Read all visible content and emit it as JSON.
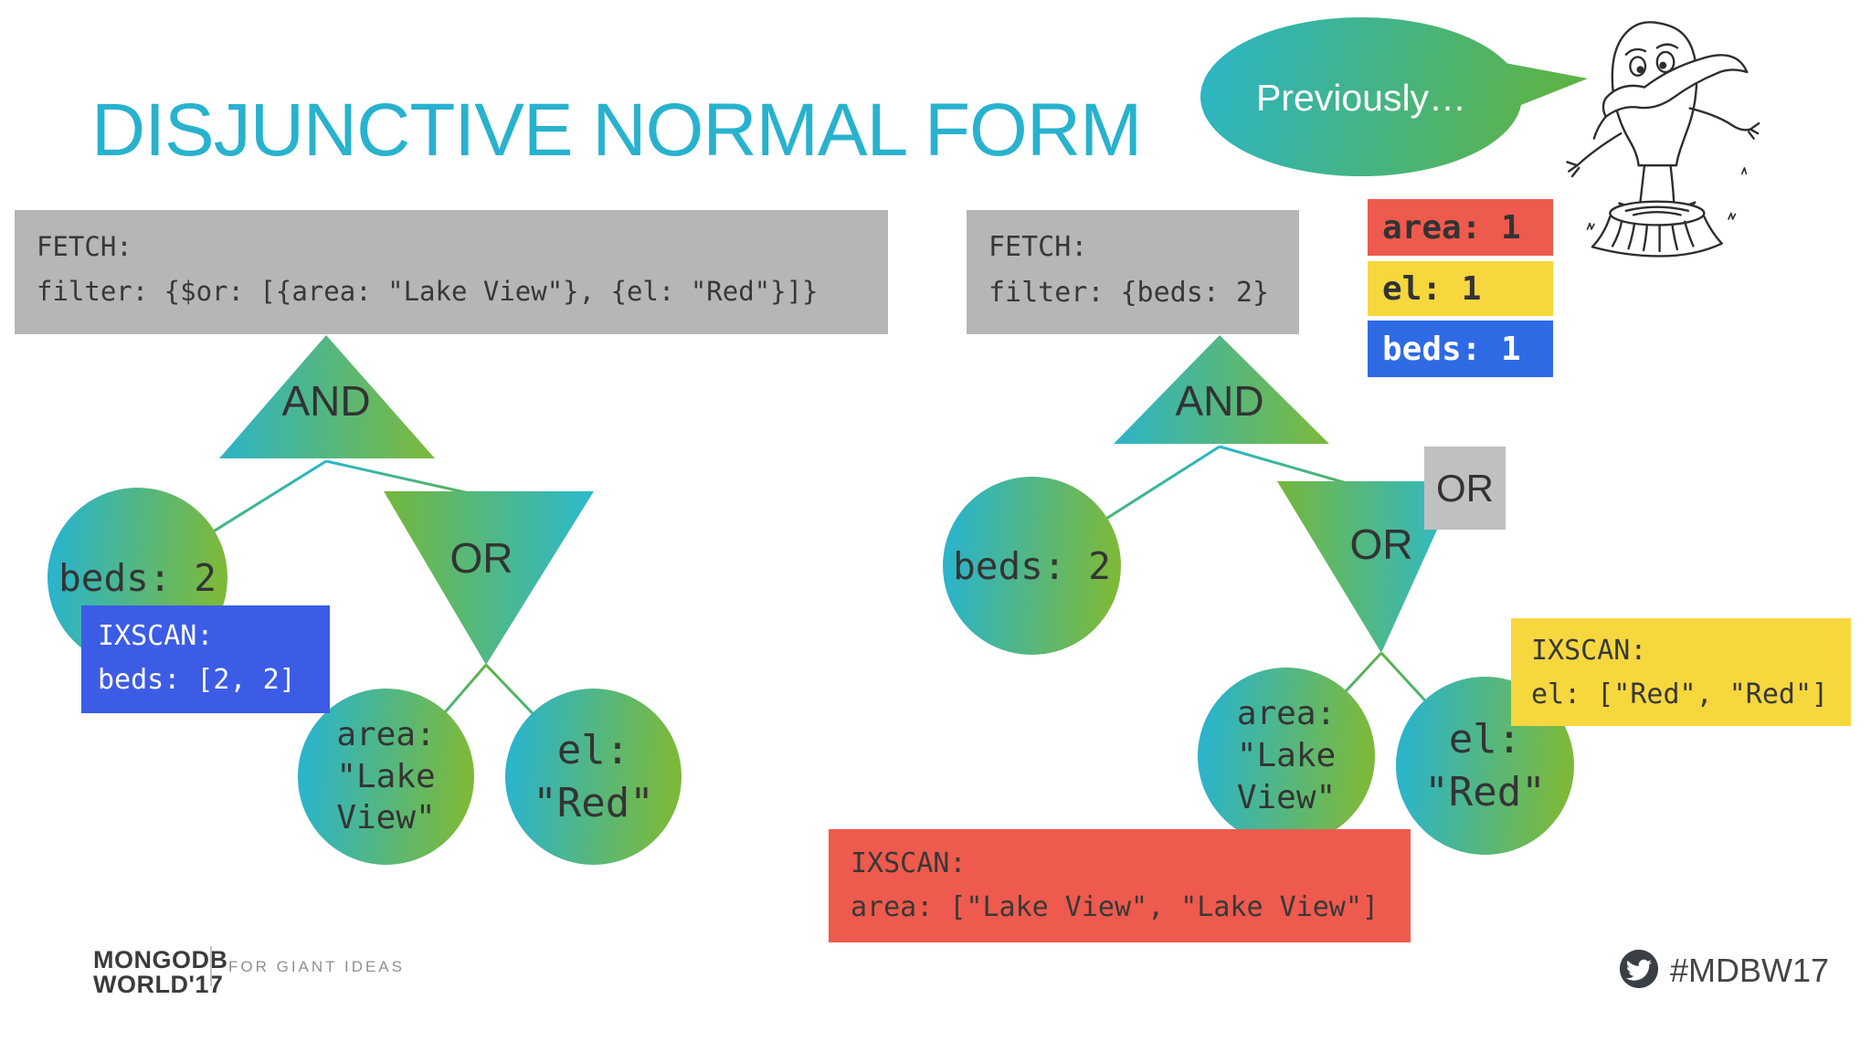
{
  "slide": {
    "title": "DISJUNCTIVE NORMAL FORM",
    "speech_bubble": "Previously…",
    "footer": {
      "logo_line1": "MONGODB",
      "logo_line2": "WORLD'17",
      "tagline": "FOR GIANT IDEAS",
      "hashtag": "#MDBW17"
    }
  },
  "left_plan": {
    "fetch": {
      "line1": "FETCH:",
      "line2": "filter: {$or: [{area: \"Lake View\"}, {el: \"Red\"}]}"
    },
    "and_label": "AND",
    "or_label": "OR",
    "beds_node": "beds: 2",
    "ixscan_beds": {
      "line1": "IXSCAN:",
      "line2": "beds: [2, 2]"
    },
    "area_node": {
      "line1": "area:",
      "line2": "\"Lake",
      "line3": "View\""
    },
    "el_node": {
      "line1": "el:",
      "line2": "\"Red\""
    }
  },
  "right_plan": {
    "fetch": {
      "line1": "FETCH:",
      "line2": "filter: {beds: 2}"
    },
    "index_counts": [
      {
        "label": "area: 1",
        "color": "#ee5a4d"
      },
      {
        "label": "el: 1",
        "color": "#f6d73e"
      },
      {
        "label": "beds: 1",
        "color": "#2e6ae4"
      }
    ],
    "and_label": "AND",
    "or_label": "OR",
    "or_tag": "OR",
    "beds_node": "beds: 2",
    "area_node": {
      "line1": "area:",
      "line2": "\"Lake",
      "line3": "View\""
    },
    "el_node": {
      "line1": "el:",
      "line2": "\"Red\""
    },
    "ixscan_area": {
      "line1": "IXSCAN:",
      "line2": "area: [\"Lake View\", \"Lake View\"]"
    },
    "ixscan_el": {
      "line1": "IXSCAN:",
      "line2": "el: [\"Red\", \"Red\"]"
    }
  },
  "colors": {
    "title": "#28b2ce",
    "node_teal": "#2cb4c8",
    "node_green": "#7cb93a",
    "box_gray": "#b6b6b6",
    "ixscan_blue": "#3c5ce5",
    "legend_blue": "#2e6ae4",
    "legend_red": "#ee5a4d",
    "legend_yellow": "#f6d73e",
    "code_text": "#383838"
  }
}
